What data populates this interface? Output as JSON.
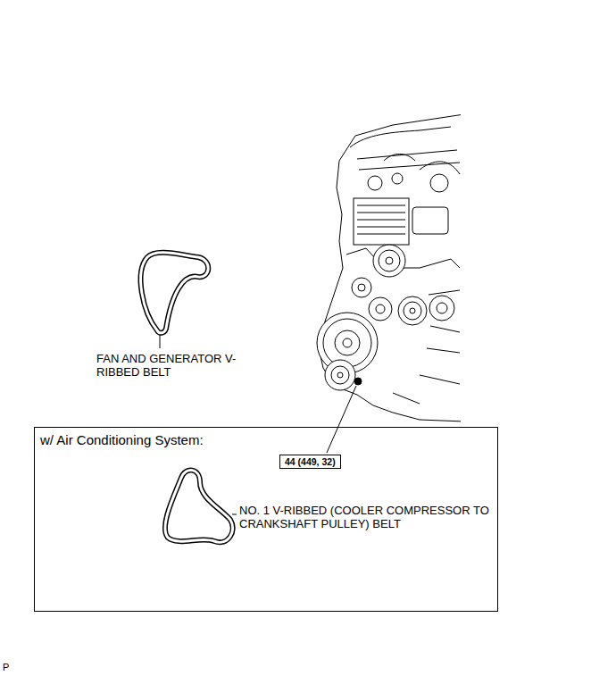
{
  "diagram": {
    "nodes": [
      {
        "text": [
          "w/ Air Conditioning System:",
          "NO. 1 V-RIBBED (COOLER COMPRESSOR TO CRANKSHAFT PULLEY) BELT"
        ]
      },
      {
        "text": [
          "44 (449, 32)"
        ],
        "in": 0
      }
    ],
    "labels": [
      "FAN AND GENERATOR V-RIBBED BELT",
      "P"
    ]
  }
}
